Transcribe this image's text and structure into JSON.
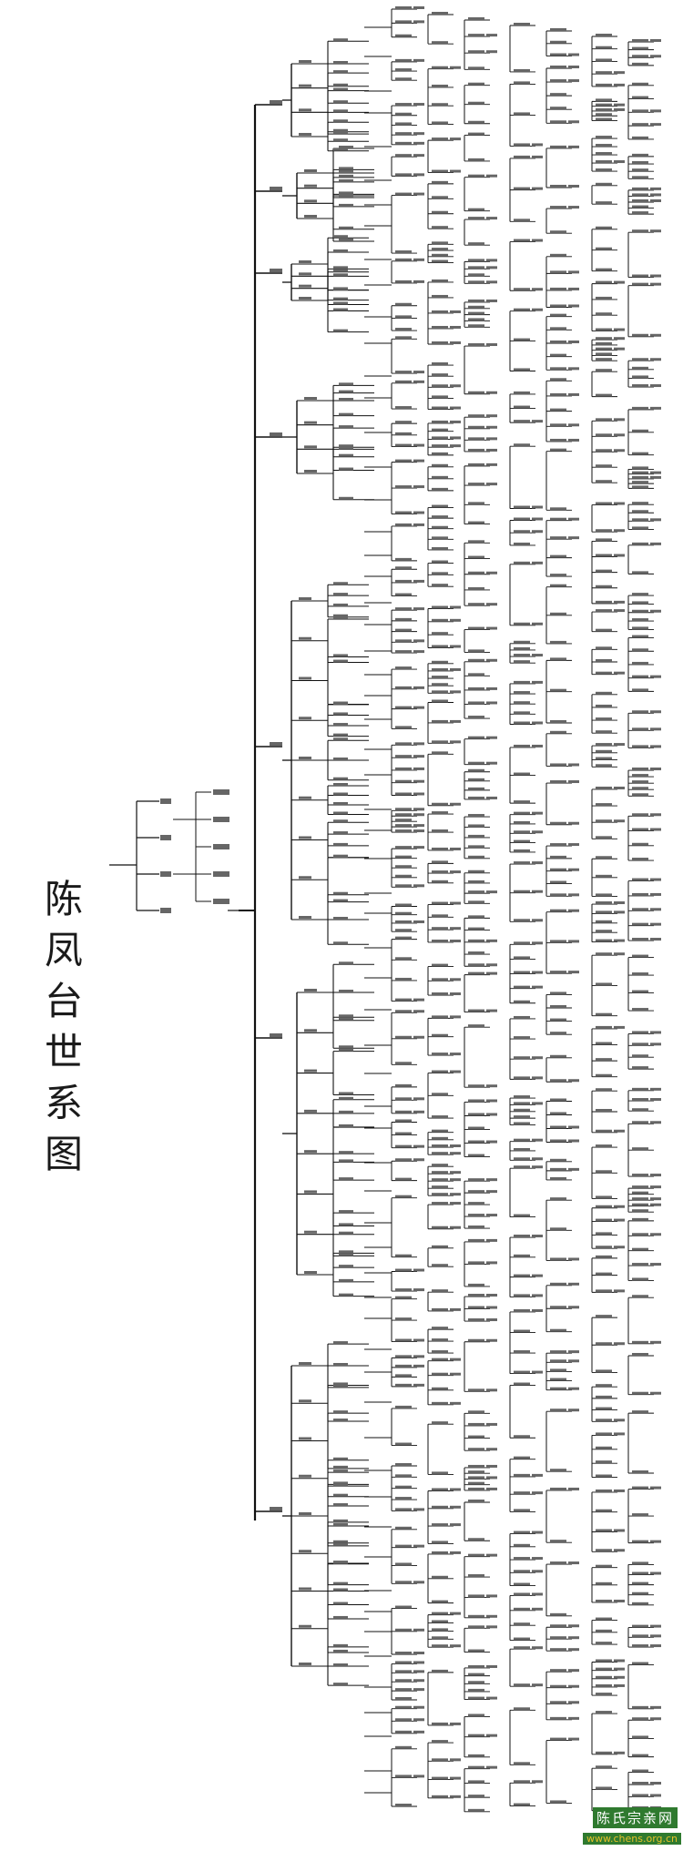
{
  "title": "陈凤台世系图",
  "watermark": {
    "name": "陈氏宗亲网",
    "url": "www.chens.org.cn"
  },
  "colors": {
    "line": "#111111",
    "text": "#333333",
    "watermark_bg": "#2f7a2f",
    "watermark_url": "#e7c12a"
  }
}
